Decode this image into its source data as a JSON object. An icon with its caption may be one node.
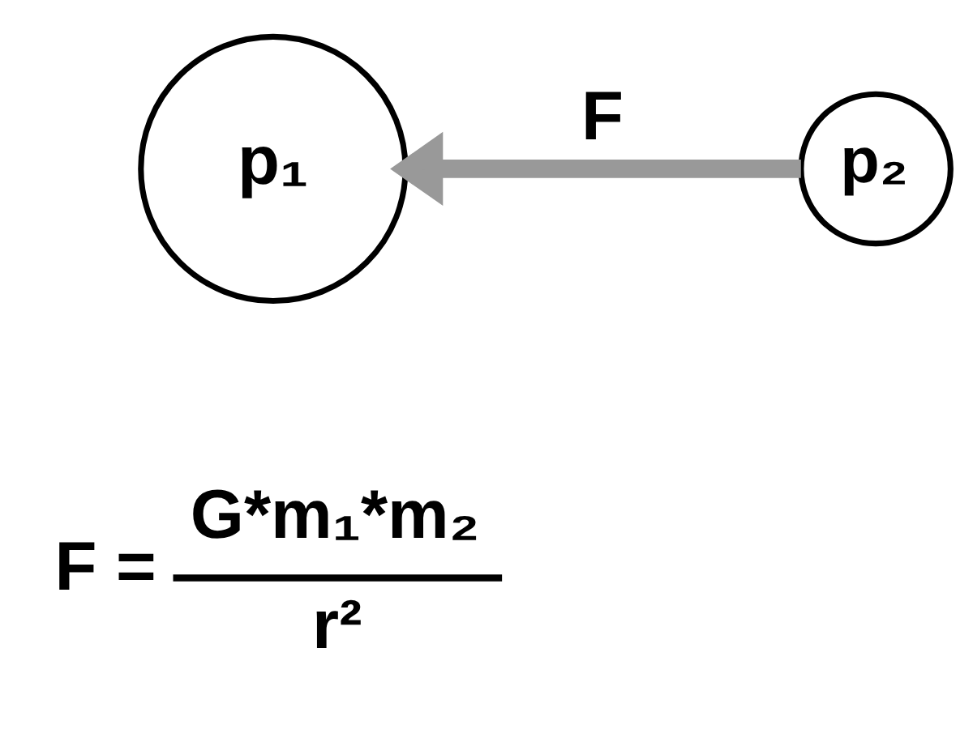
{
  "diagram": {
    "nodes": [
      {
        "text": [
          "p₁"
        ]
      },
      {
        "text": [
          "p₂"
        ]
      }
    ],
    "edges": [
      {
        "from": 1,
        "to": 0,
        "arrow": "to",
        "label": "F",
        "color": "#999999"
      }
    ],
    "labels": [
      "F =",
      "G*m₁*m₂",
      "r²"
    ]
  }
}
